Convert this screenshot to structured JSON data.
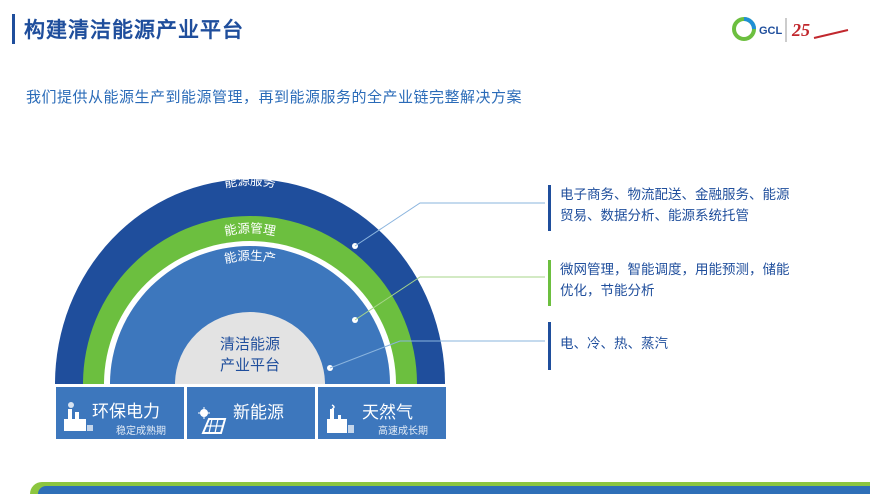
{
  "header": {
    "title": "构建清洁能源产业平台",
    "logo_text": "GCL",
    "logo_badge": "25"
  },
  "subtitle": "我们提供从能源生产到能源管理，再到能源服务的全产业链完整解决方案",
  "rings": {
    "outer": "能源服务",
    "middle": "能源管理",
    "inner": "能源生产",
    "center_line1": "清洁能源",
    "center_line2": "产业平台"
  },
  "descriptions": [
    {
      "line1": "电子商务、物流配送、金融服务、能源",
      "line2": "贸易、数据分析、能源系统托管"
    },
    {
      "line1": "微网管理，智能调度，用能预测，储能",
      "line2": "优化，节能分析"
    },
    {
      "line1": "电、冷、热、蒸汽"
    }
  ],
  "segments": [
    {
      "name": "环保电力",
      "sub": "稳定成熟期",
      "icon": "factory-icon"
    },
    {
      "name": "新能源",
      "sub": "",
      "icon": "solar-panel-icon"
    },
    {
      "name": "天然气",
      "sub": "高速成长期",
      "icon": "gas-plant-icon"
    }
  ],
  "colors": {
    "navy": "#1f4e9c",
    "green": "#6cbf3f",
    "blue": "#3d77bd",
    "center": "#e3e3e3"
  }
}
